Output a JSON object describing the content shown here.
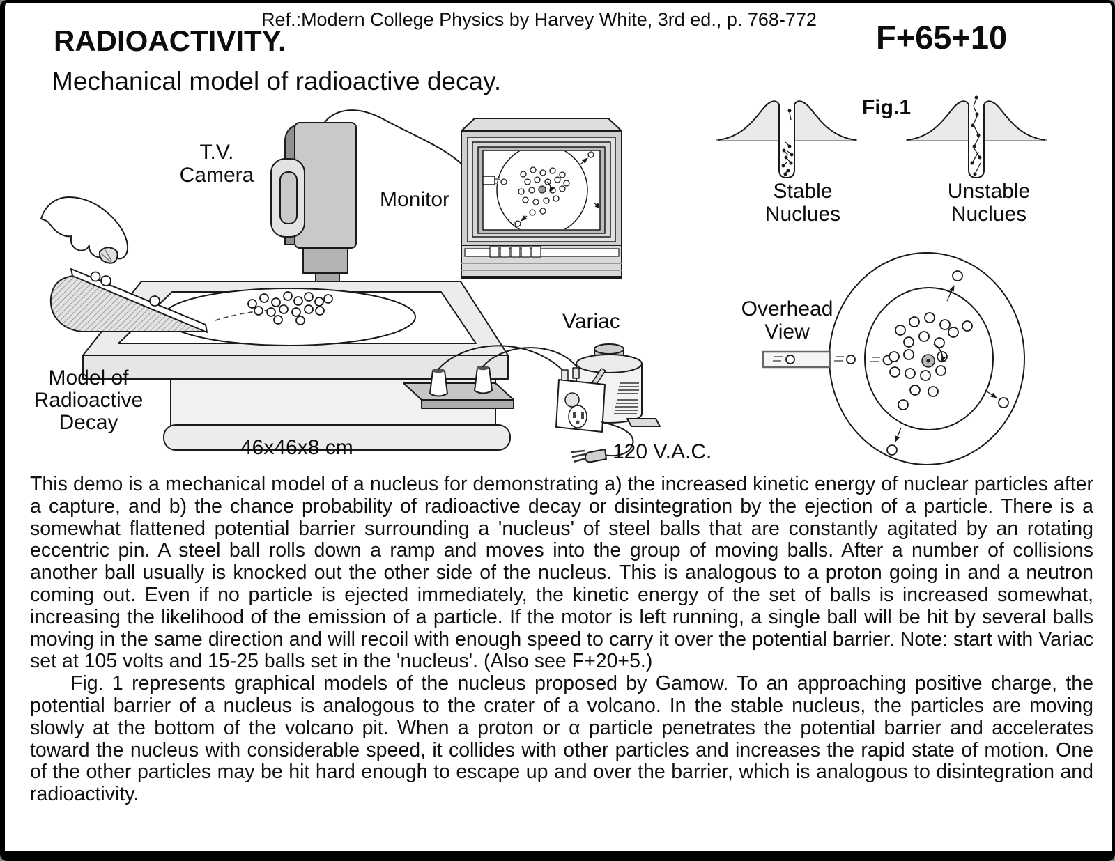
{
  "header": {
    "ref": "Ref.:Modern College Physics by Harvey White, 3rd ed., p. 768-772",
    "title": "RADIOACTIVITY.",
    "code": "F+65+10",
    "subtitle": "Mechanical model of radioactive decay."
  },
  "apparatus_labels": {
    "tv_camera": "T.V.\nCamera",
    "monitor": "Monitor",
    "variac": "Variac",
    "model": "Model of\nRadioactive\nDecay",
    "dimensions": "46x46x8 cm",
    "power": "120 V.A.C."
  },
  "fig1": {
    "label": "Fig.1",
    "stable_caption": "Stable\nNuclues",
    "unstable_caption": "Unstable\nNuclues"
  },
  "overhead": {
    "label": "Overhead\nView"
  },
  "body": {
    "paragraph1": "This demo is a mechanical model of a nucleus for demonstrating a) the increased kinetic energy of nuclear particles after a capture, and b) the chance probability of radioactive decay or disintegration by the ejection of a particle. There is a somewhat flattened potential barrier surrounding a 'nucleus' of steel balls that are constantly agitated by an rotating eccentric pin. A steel ball rolls down a ramp and moves into the group of moving balls. After a number of collisions another ball usually is knocked out the other side of the nucleus. This is analogous to a proton going in and a neutron coming out. Even if no particle is ejected immediately, the kinetic energy of the set of balls is increased somewhat, increasing the likelihood of the emission of a particle. If the motor is left running, a single ball will be hit by several balls moving in the same direction and will recoil with enough speed to carry it over the potential barrier. Note: start with Variac set at 105 volts and 15-25 balls set in the 'nucleus'. (Also see F+20+5.)",
    "paragraph2": "Fig. 1 represents graphical models of the nucleus proposed by Gamow. To an approaching positive charge, the potential barrier of a nucleus is analogous to the crater of a volcano. In the stable nucleus, the particles are moving slowly at the bottom of the volcano pit. When a proton or α particle penetrates the potential barrier and accelerates toward the nucleus with considerable speed, it collides with other particles and increases the rapid state of motion. One of the other particles may be hit hard enough to escape up and over the barrier, which is analogous to disintegration and radioactivity."
  },
  "colors": {
    "ink": "#1a1a1a",
    "paper": "#ffffff",
    "light_gray": "#eaeaea",
    "mid_gray": "#c9c9c9",
    "dark_gray": "#9c9c9c"
  }
}
